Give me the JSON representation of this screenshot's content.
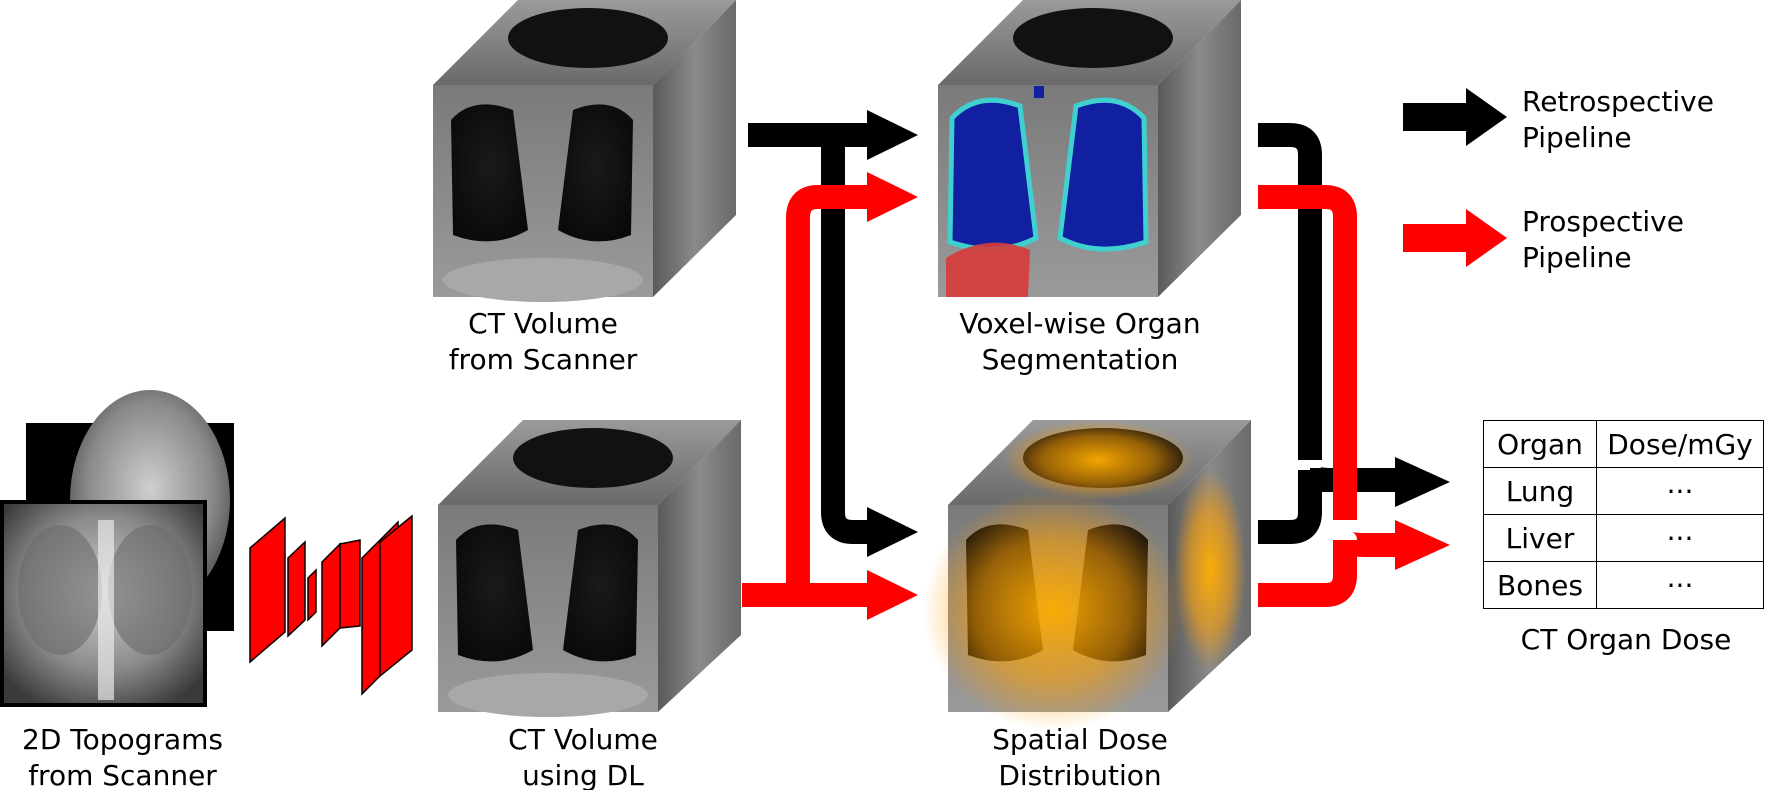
{
  "captions": {
    "topograms": [
      "2D Topograms",
      "from Scanner"
    ],
    "ct_scanner": [
      "CT Volume",
      "from Scanner"
    ],
    "ct_dl": [
      "CT Volume",
      "using DL"
    ],
    "segmentation": [
      "Voxel-wise Organ",
      "Segmentation"
    ],
    "dose_distribution": [
      "Spatial Dose",
      "Distribution"
    ],
    "organ_dose": "CT Organ Dose"
  },
  "legend": {
    "retrospective": {
      "label": [
        "Retrospective",
        "Pipeline"
      ],
      "color": "#000000"
    },
    "prospective": {
      "label": [
        "Prospective",
        "Pipeline"
      ],
      "color": "#ff0000"
    }
  },
  "table": {
    "headers": [
      "Organ",
      "Dose/mGy"
    ],
    "rows": [
      [
        "Lung",
        "···"
      ],
      [
        "Liver",
        "···"
      ],
      [
        "Bones",
        "···"
      ]
    ]
  },
  "colors": {
    "retrospective": "#000000",
    "prospective": "#ff0000",
    "lung_mask": "#1020a0",
    "lung_edge": "#40d0d0",
    "liver_mask": "#d83a3a",
    "dose_glow": "#ffae00"
  }
}
